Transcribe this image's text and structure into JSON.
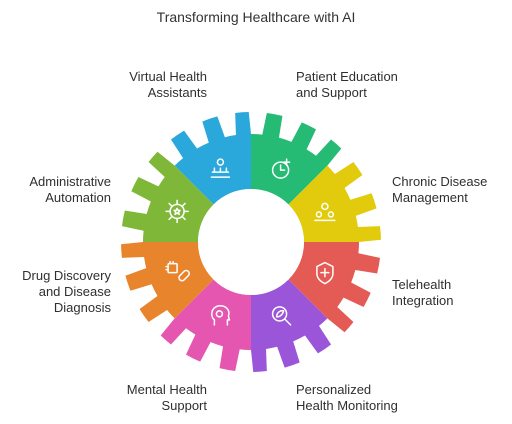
{
  "title": "Transforming Healthcare with AI",
  "center_color": "#ffffff",
  "segments": [
    {
      "key": "virtual",
      "label_lines": [
        "Virtual Health",
        "Assistants"
      ],
      "color": "#2aa8dc",
      "icon": "people-network-icon"
    },
    {
      "key": "education",
      "label_lines": [
        "Patient Education",
        "and Support"
      ],
      "color": "#25bb74",
      "icon": "clock-plus-icon"
    },
    {
      "key": "chronic",
      "label_lines": [
        "Chronic Disease",
        "Management"
      ],
      "color": "#e2cb0c",
      "icon": "group-icon"
    },
    {
      "key": "telehealth",
      "label_lines": [
        "Telehealth",
        "Integration"
      ],
      "color": "#e45a55",
      "icon": "shield-plus-icon"
    },
    {
      "key": "monitoring",
      "label_lines": [
        "Personalized",
        "Health Monitoring"
      ],
      "color": "#9a55d8",
      "icon": "magnifier-leaf-icon"
    },
    {
      "key": "mental",
      "label_lines": [
        "Mental Health",
        "Support"
      ],
      "color": "#e456b0",
      "icon": "head-flower-icon"
    },
    {
      "key": "drug",
      "label_lines": [
        "Drug Discovery",
        "and Disease",
        "Diagnosis"
      ],
      "color": "#e8852c",
      "icon": "pill-chip-icon"
    },
    {
      "key": "admin",
      "label_lines": [
        "Administrative",
        "Automation"
      ],
      "color": "#7fb739",
      "icon": "gear-star-icon"
    }
  ]
}
